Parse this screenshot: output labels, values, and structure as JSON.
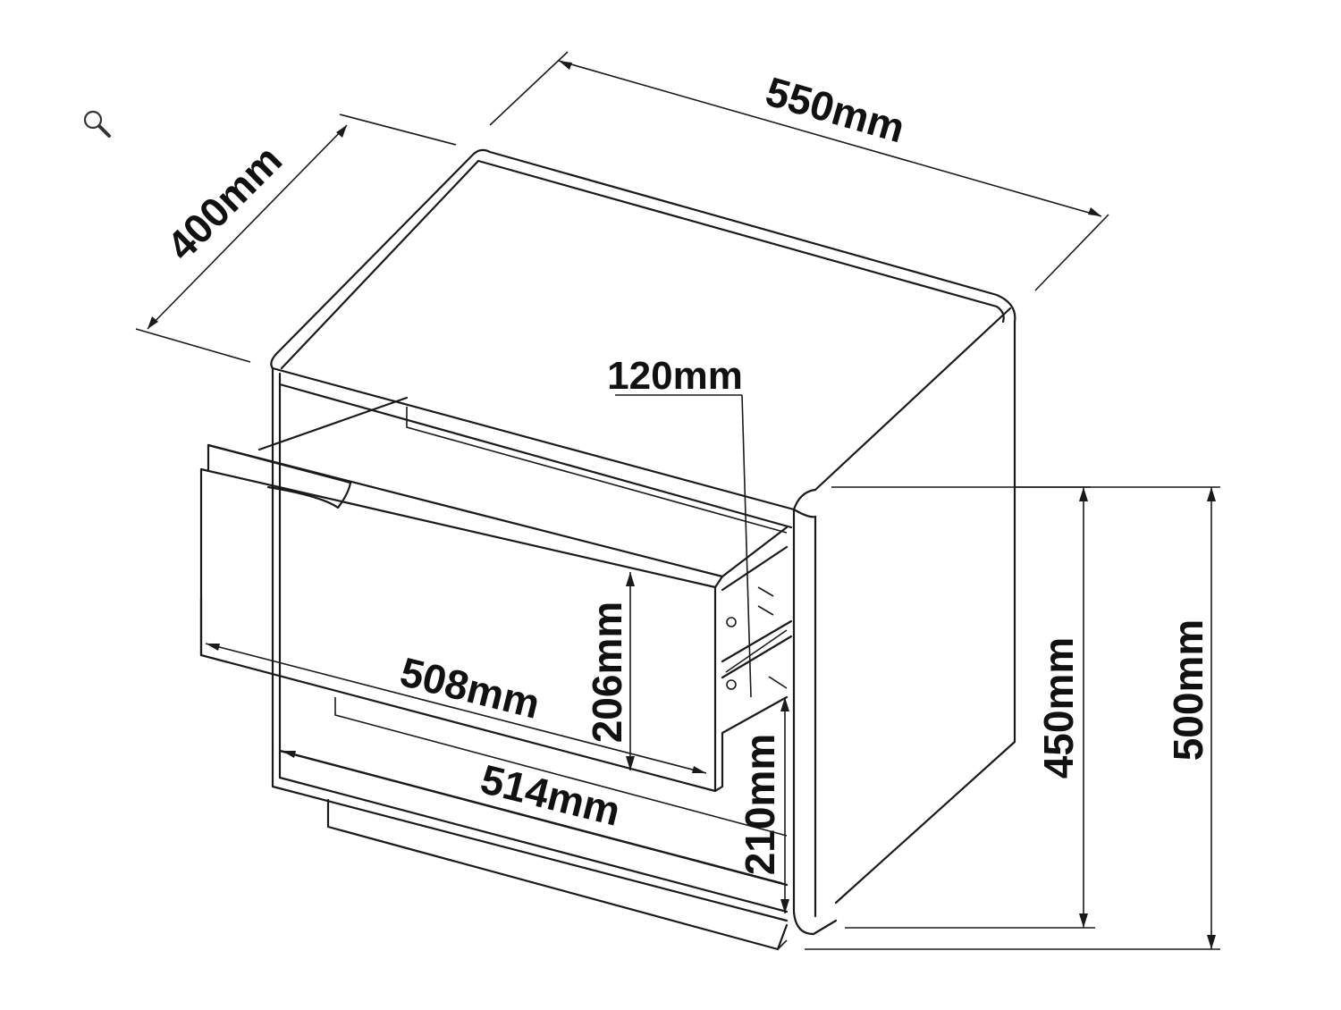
{
  "toolbar": {
    "zoom_icon": "magnifier-icon"
  },
  "dimensions": {
    "width_top": "550mm",
    "depth": "400mm",
    "drawer_gap": "120mm",
    "drawer_height": "206mm",
    "drawer_width": "508mm",
    "inner_width": "514mm",
    "bottom_gap": "210mm",
    "body_height": "450mm",
    "total_height": "500mm"
  }
}
